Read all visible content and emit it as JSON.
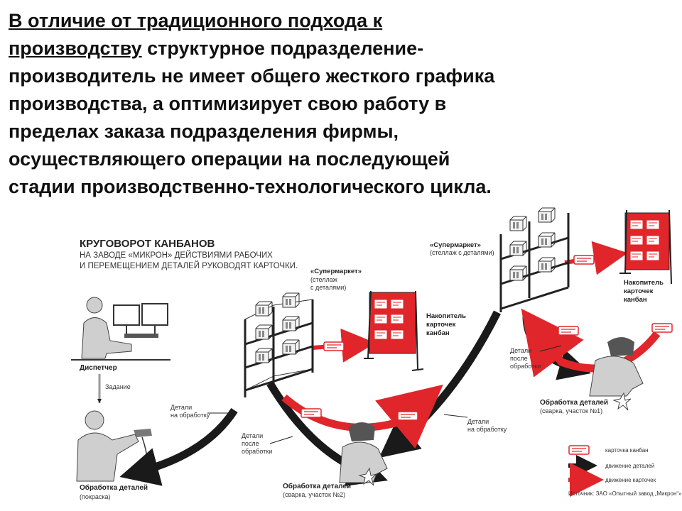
{
  "slide": {
    "heading_underlined": "В отличие от традиционного подхода к производству",
    "heading_rest": " структурное подразделение-производитель не имеет общего жесткого графика производства, а оптимизирует свою работу в пределах заказа подразделения фирмы, осуществляющего операции на последующей стадии производственно-технологического цикла."
  },
  "diagram": {
    "title": "КРУГОВОРОТ КАНБАНОВ",
    "subtitle_line1": "НА ЗАВОДЕ «МИКРОН» ДЕЙСТВИЯМИ РАБОЧИХ",
    "subtitle_line2": "И ПЕРЕМЕЩЕНИЕМ ДЕТАЛЕЙ РУКОВОДЯТ КАРТОЧКИ.",
    "dispatcher": "Диспетчер",
    "task": "Задание",
    "details_to_processing": [
      "Детали",
      "на обработку"
    ],
    "details_after_processing": [
      "Детали",
      "после",
      "обработки"
    ],
    "supermarket1": {
      "name": "«Супермаркет»",
      "desc": [
        "(стеллаж",
        "с деталями)"
      ]
    },
    "supermarket2": {
      "name": "«Супермаркет»",
      "desc": [
        "(стеллаж с деталями)"
      ]
    },
    "kanban_store": [
      "Накопитель",
      "карточек",
      "канбан"
    ],
    "painting": {
      "name": "Обработка деталей",
      "desc": "(покраска)"
    },
    "welding2": {
      "name": "Обработка деталей",
      "desc": "(сварка, участок №2)"
    },
    "welding1": {
      "name": "Обработка деталей",
      "desc": "(сварка, участок №1)"
    },
    "legend": {
      "card": "карточка канбан",
      "parts_move": "движение деталей",
      "cards_move": "движение карточек"
    },
    "source": "Источник: ЗАО «Опытный завод „Микрон“»",
    "colors": {
      "red": "#e0262b",
      "dark": "#1a1a1a",
      "gray": "#9a9a9a"
    }
  }
}
